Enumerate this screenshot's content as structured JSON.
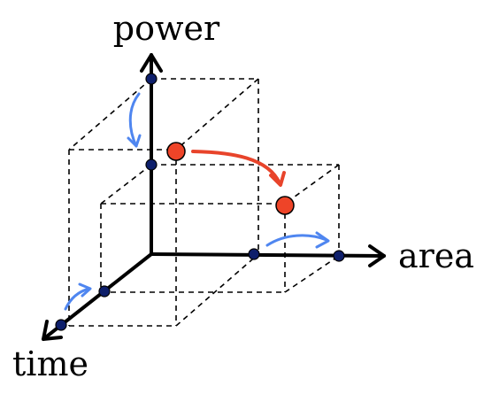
{
  "axes": {
    "power": "power",
    "area": "area",
    "time": "time"
  },
  "colors": {
    "axis": "#000000",
    "dashed_box": "#000000",
    "blue_arrow": "#4f86f0",
    "red_arrow": "#e8442b",
    "blue_point": "#0e1f6b",
    "red_point": "#ee4428"
  }
}
